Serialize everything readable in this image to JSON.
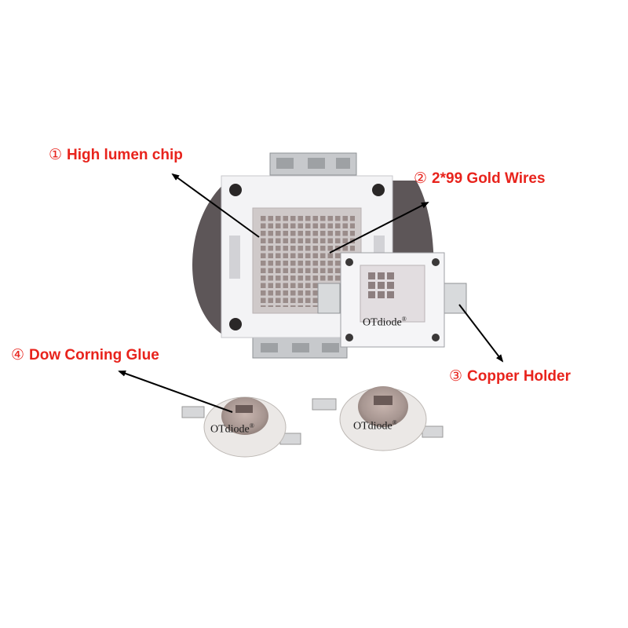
{
  "callouts": {
    "c1": {
      "num": "①",
      "text": "High lumen chip"
    },
    "c2": {
      "num": "②",
      "text": "2*99 Gold Wires"
    },
    "c3": {
      "num": "③",
      "text": "Copper Holder"
    },
    "c4": {
      "num": "④",
      "text": "Dow Corning Glue"
    }
  },
  "brand": {
    "text": "OTdiode",
    "mark": "®"
  },
  "colors": {
    "callout": "#e8231c",
    "background": "#ffffff"
  }
}
